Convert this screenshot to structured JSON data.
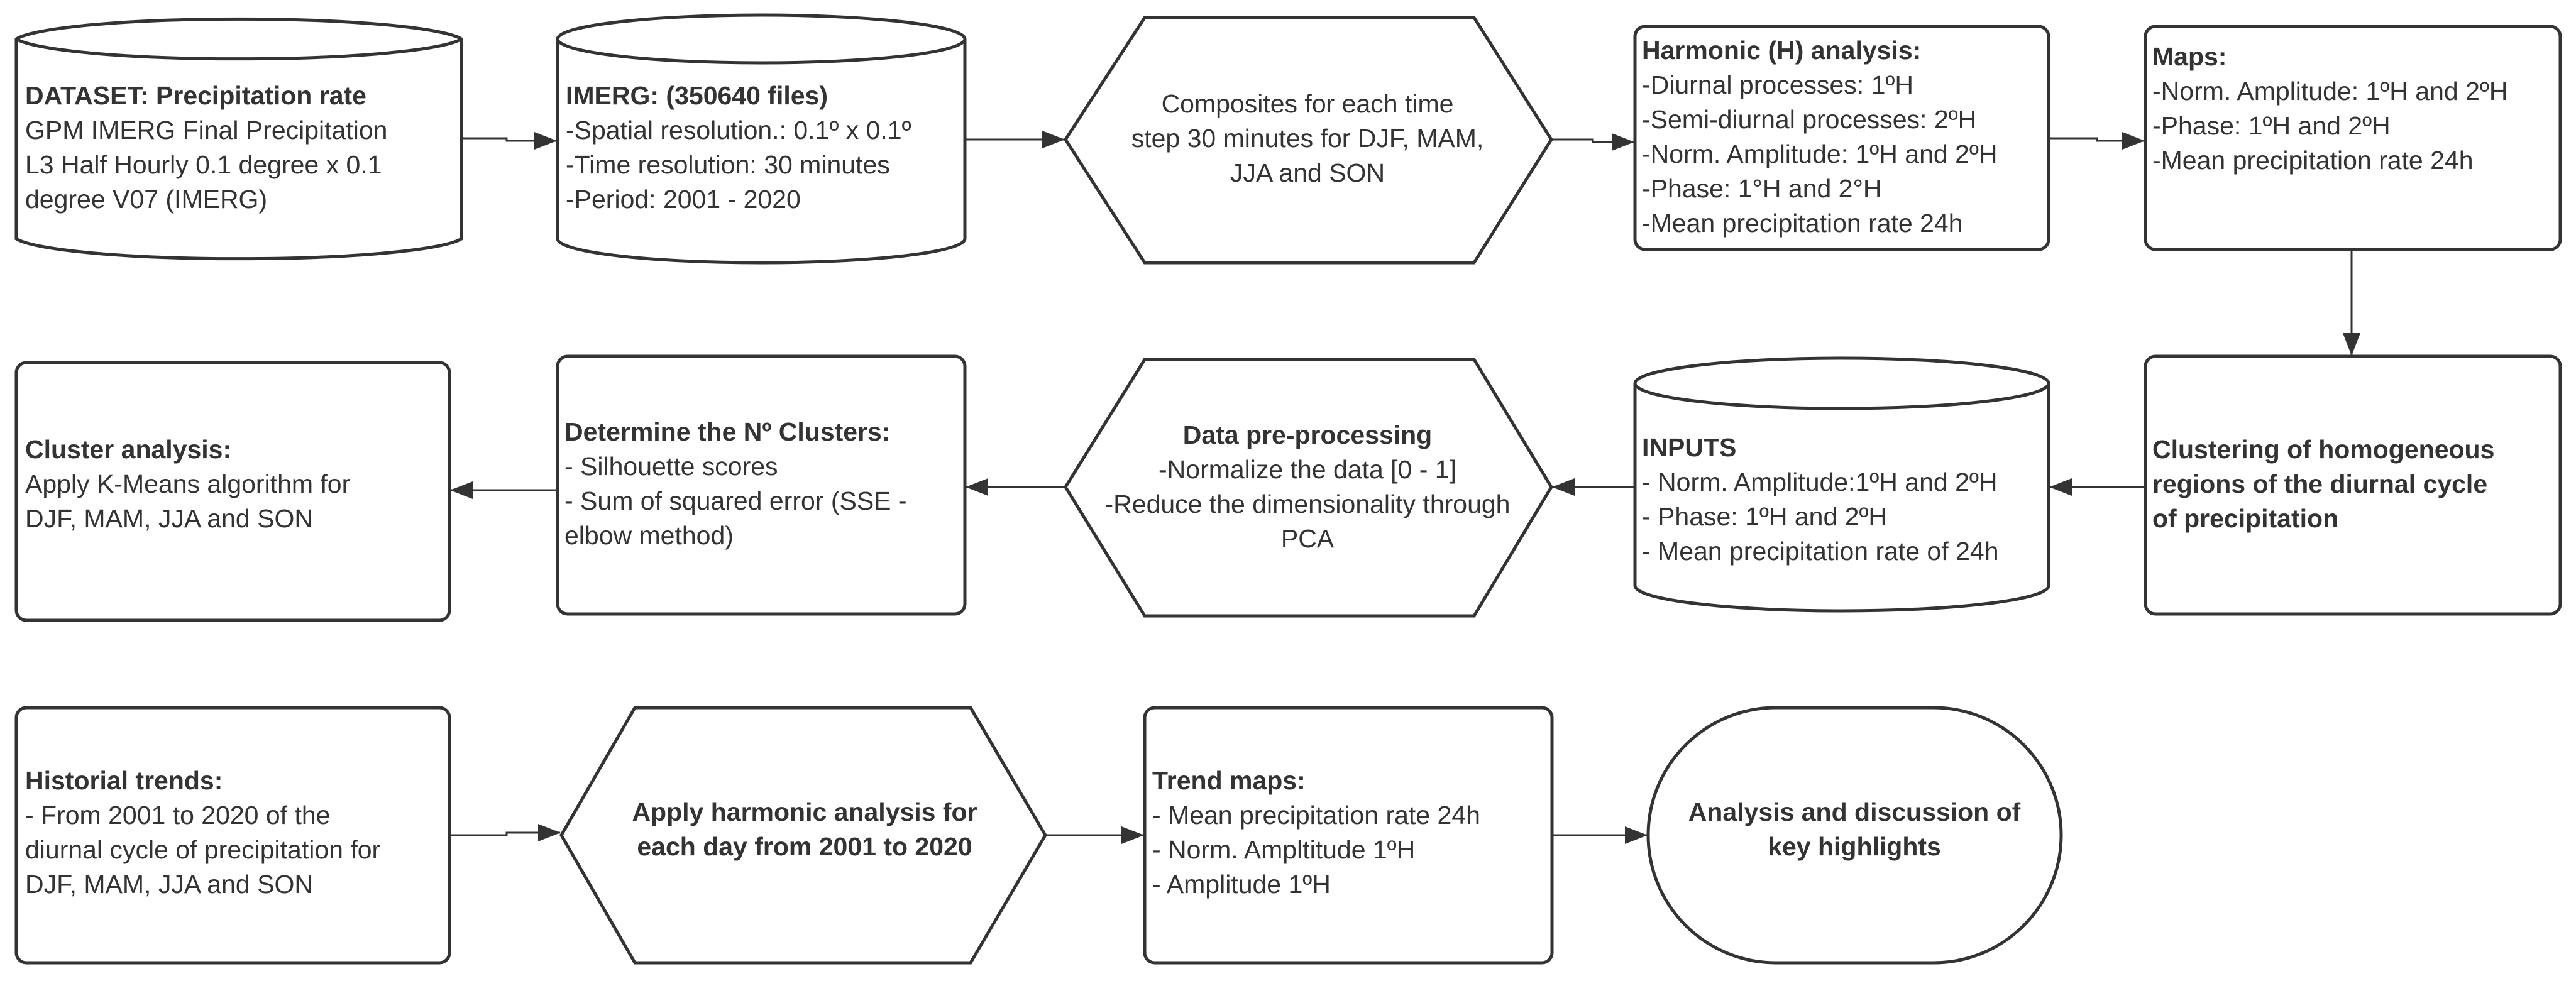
{
  "nodes": {
    "dataset": {
      "title": "DATASET: Precipitation rate",
      "lines": [
        "GPM IMERG Final Precipitation",
        "L3 Half Hourly 0.1 degree x 0.1",
        "degree V07 (IMERG)"
      ]
    },
    "imerg": {
      "title": "IMERG: (350640 files)",
      "lines": [
        "-Spatial resolution.: 0.1º x 0.1º",
        "-Time resolution: 30 minutes",
        "-Period: 2001 - 2020"
      ]
    },
    "composites": {
      "lines": [
        "Composites for  each time",
        "step 30 minutes for DJF, MAM,",
        "JJA and SON"
      ]
    },
    "harmonic": {
      "title": "Harmonic (H) analysis:",
      "lines": [
        "-Diurnal processes: 1ºH",
        "-Semi-diurnal processes: 2ºH",
        "-Norm. Amplitude: 1ºH and 2ºH",
        "-Phase: 1°H and 2°H",
        "-Mean precipitation rate 24h"
      ]
    },
    "maps": {
      "title": "Maps:",
      "lines": [
        "-Norm. Amplitude: 1ºH and 2ºH",
        "-Phase: 1ºH and 2ºH",
        "-Mean precipitation rate 24h"
      ]
    },
    "clustering": {
      "lines": [
        "Clustering of homogeneous",
        "regions of the diurnal cycle",
        "of precipitation"
      ]
    },
    "inputs": {
      "title": "INPUTS",
      "lines": [
        "- Norm. Amplitude:1ºH and 2ºH",
        "- Phase: 1ºH and 2ºH",
        "- Mean precipitation rate of 24h"
      ]
    },
    "preprocessing": {
      "title": "Data pre-processing",
      "lines": [
        "-Normalize the data [0 - 1]",
        "-Reduce the dimensionality through",
        "PCA"
      ]
    },
    "nclusters": {
      "title": "Determine the Nº Clusters:",
      "lines": [
        "- Silhouette scores",
        "- Sum of squared error (SSE -",
        "elbow method)"
      ]
    },
    "cluster_analysis": {
      "title": "Cluster analysis:",
      "lines": [
        "Apply K-Means algorithm for",
        "DJF, MAM, JJA and SON"
      ]
    },
    "historical": {
      "title": "Historial trends:",
      "lines": [
        "- From 2001 to 2020 of the",
        "diurnal cycle of precipitation for",
        "DJF, MAM, JJA and SON"
      ]
    },
    "apply_harmonic": {
      "lines": [
        "Apply harmonic analysis for",
        "each day from 2001 to 2020"
      ]
    },
    "trend_maps": {
      "title": "Trend maps:",
      "lines": [
        "- Mean precipitation rate 24h",
        "- Norm. Ampltitude 1ºH",
        "- Amplitude 1ºH"
      ]
    },
    "discussion": {
      "lines": [
        "Analysis and discussion of",
        "key highlights"
      ]
    }
  },
  "colors": {
    "stroke": "#333333",
    "fill": "#ffffff",
    "text": "#333333"
  }
}
